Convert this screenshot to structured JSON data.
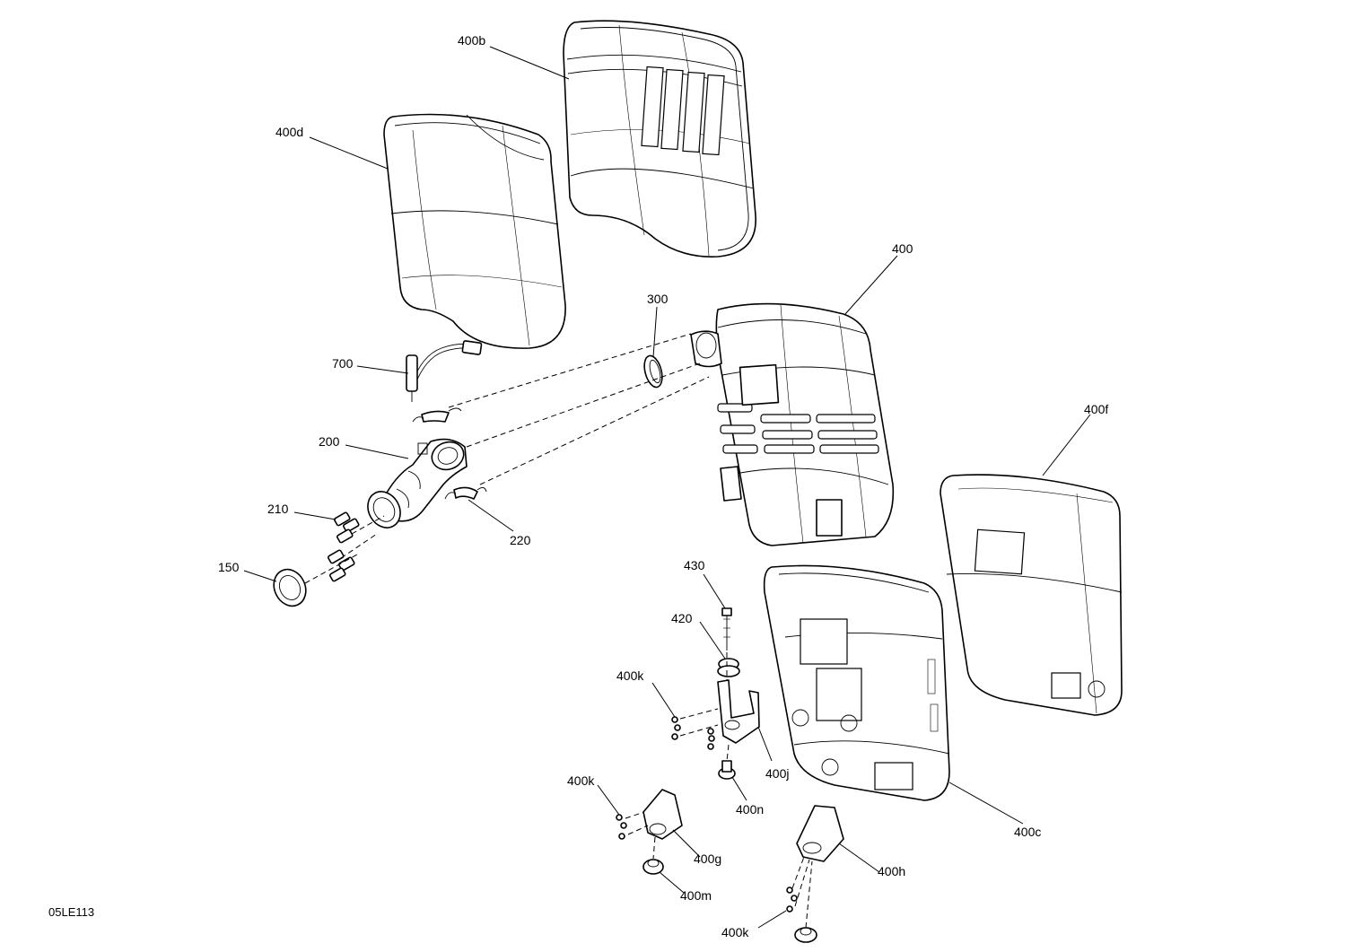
{
  "drawing_code": "05LE113",
  "callouts": {
    "c400b": "400b",
    "c400d": "400d",
    "c400": "400",
    "c300": "300",
    "c700": "700",
    "c200": "200",
    "c400f": "400f",
    "c210": "210",
    "c220": "220",
    "c150": "150",
    "c430": "430",
    "c420": "420",
    "c400k_a": "400k",
    "c400j": "400j",
    "c400n": "400n",
    "c400k_b": "400k",
    "c400c": "400c",
    "c400g": "400g",
    "c400h": "400h",
    "c400m": "400m",
    "c400k_c": "400k"
  }
}
